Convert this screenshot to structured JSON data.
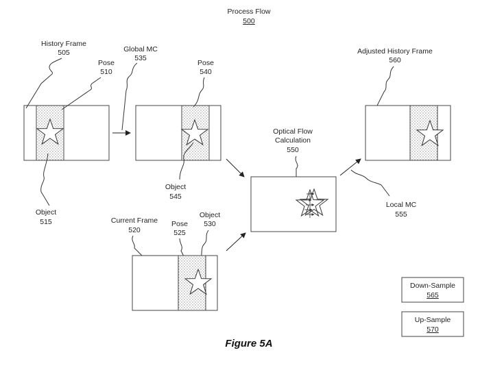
{
  "title": {
    "label": "Process Flow",
    "number": "500"
  },
  "history_frame": {
    "label": "History Frame",
    "number": "505"
  },
  "pose_510": {
    "label": "Pose",
    "number": "510"
  },
  "object_515": {
    "label": "Object",
    "number": "515"
  },
  "global_mc": {
    "label": "Global MC",
    "number": "535"
  },
  "pose_540": {
    "label": "Pose",
    "number": "540"
  },
  "object_545": {
    "label": "Object",
    "number": "545"
  },
  "optical_flow": {
    "label_line1": "Optical Flow",
    "label_line2": "Calculation",
    "number": "550"
  },
  "adjusted_history": {
    "label": "Adjusted History Frame",
    "number": "560"
  },
  "local_mc": {
    "label": "Local MC",
    "number": "555"
  },
  "current_frame": {
    "label": "Current Frame",
    "number": "520"
  },
  "pose_525": {
    "label": "Pose",
    "number": "525"
  },
  "object_530": {
    "label": "Object",
    "number": "530"
  },
  "legend": {
    "down_sample": {
      "label": "Down-Sample",
      "number": "565"
    },
    "up_sample": {
      "label": "Up-Sample",
      "number": "570"
    }
  },
  "caption": "Figure 5A"
}
